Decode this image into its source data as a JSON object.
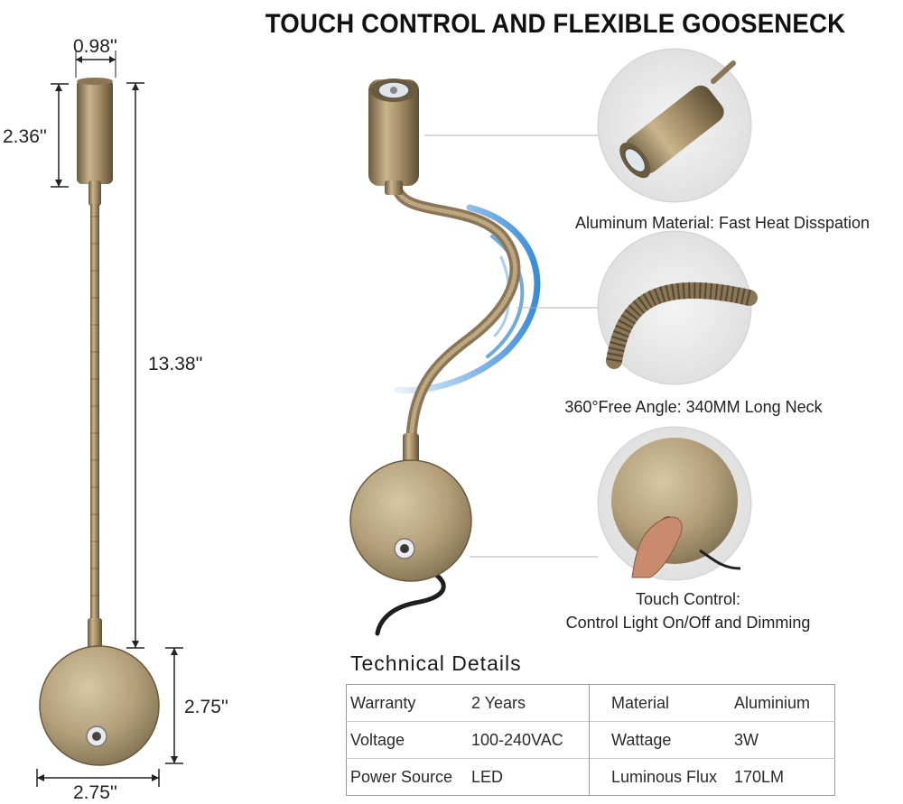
{
  "header": {
    "title": "TOUCH CONTROL AND FLEXIBLE GOOSENECK"
  },
  "dimensions": {
    "head_width": "0.98''",
    "head_height": "2.36''",
    "neck_length": "13.38''",
    "base_height": "2.75''",
    "base_width": "2.75''"
  },
  "features": [
    {
      "label": "Aluminum Material: Fast Heat Disspation"
    },
    {
      "label": "360°Free Angle: 340MM Long Neck"
    },
    {
      "line1": "Touch Control:",
      "line2": "Control Light On/Off and Dimming"
    }
  ],
  "technical_details": {
    "heading": "Technical Details",
    "rows": [
      [
        "Warranty",
        "2 Years",
        "Material",
        "Aluminium"
      ],
      [
        "Voltage",
        "100-240VAC",
        "Wattage",
        "3W"
      ],
      [
        "Power Source",
        "LED",
        "Luminous Flux",
        "170LM"
      ]
    ]
  },
  "colors": {
    "bronze_light": "#c9b48c",
    "bronze_mid": "#9c8660",
    "bronze_dark": "#6a5a3e",
    "motion_arc": "#2f86d8"
  },
  "icons": [
    "touch-switch-icon",
    "led-lens-icon"
  ]
}
